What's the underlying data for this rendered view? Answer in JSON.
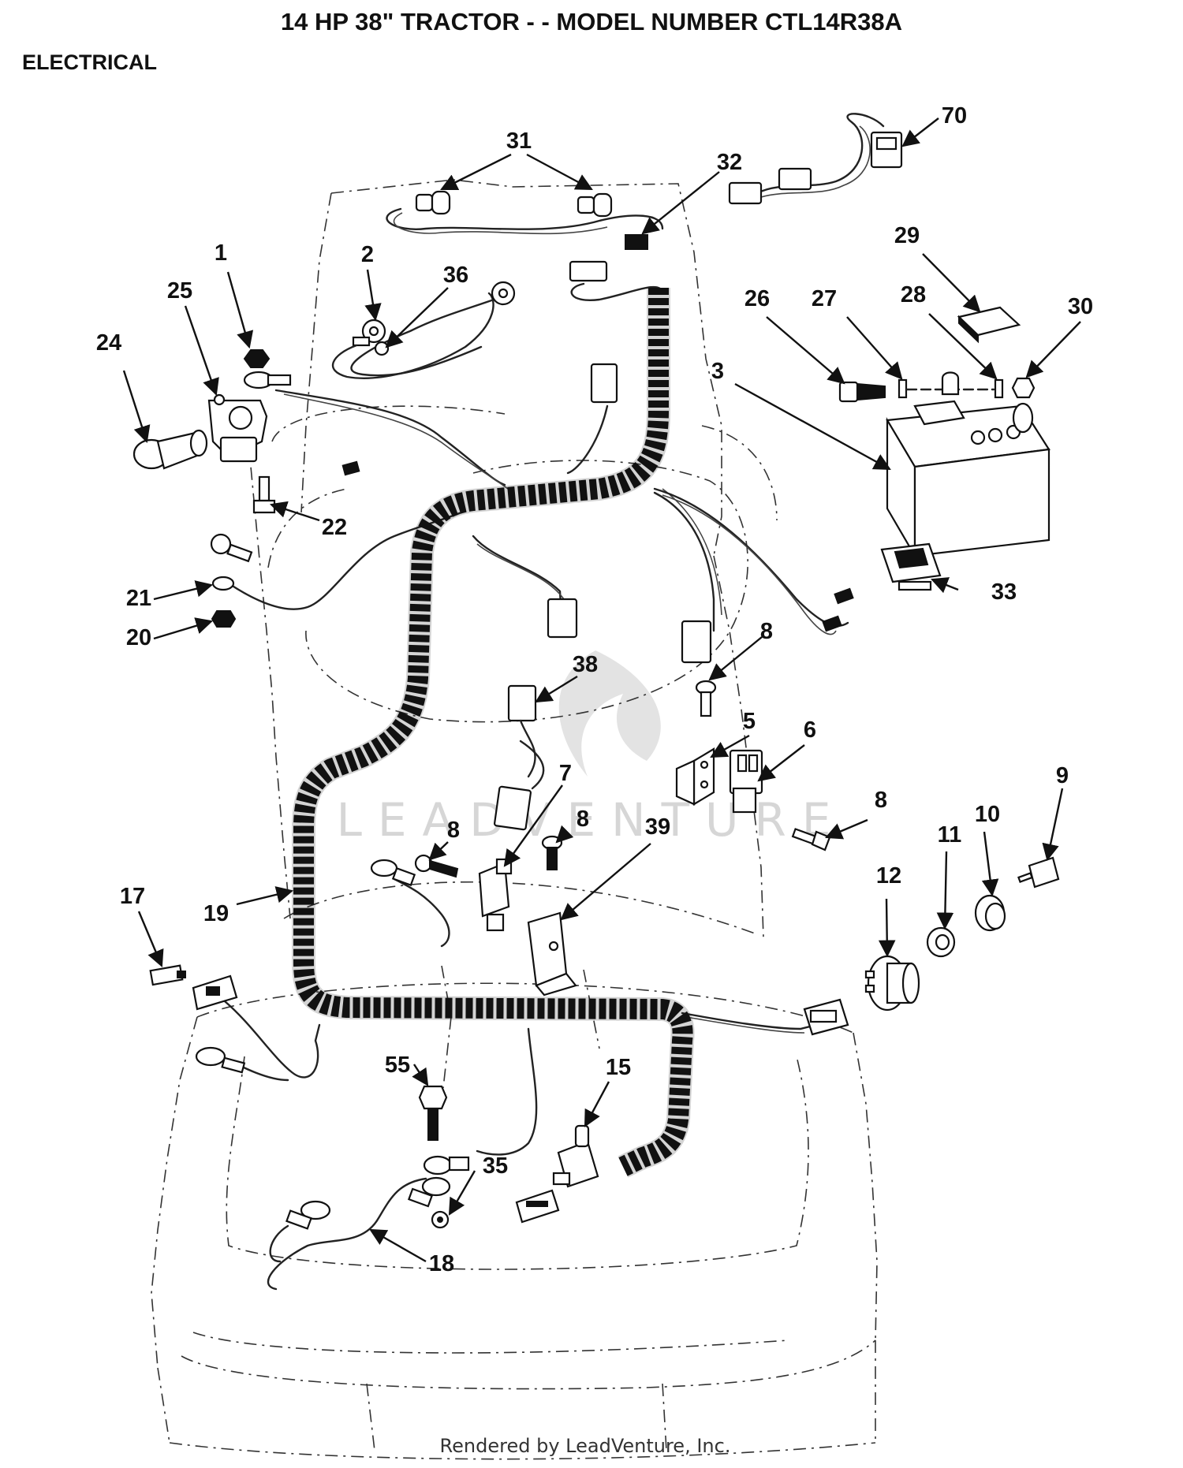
{
  "header": {
    "title": "14 HP 38\" TRACTOR - - MODEL NUMBER CTL14R38A",
    "section": "ELECTRICAL"
  },
  "watermark": {
    "text": "LEADVENTURE"
  },
  "footer": {
    "text": "Rendered by LeadVenture, Inc."
  },
  "callouts": [
    "70",
    "31",
    "32",
    "29",
    "2",
    "36",
    "1",
    "25",
    "26",
    "27",
    "28",
    "30",
    "24",
    "3",
    "22",
    "21",
    "33",
    "20",
    "8",
    "38",
    "5",
    "6",
    "8",
    "9",
    "8",
    "8",
    "7",
    "39",
    "10",
    "11",
    "12",
    "17",
    "19",
    "55",
    "15",
    "35",
    "18"
  ]
}
